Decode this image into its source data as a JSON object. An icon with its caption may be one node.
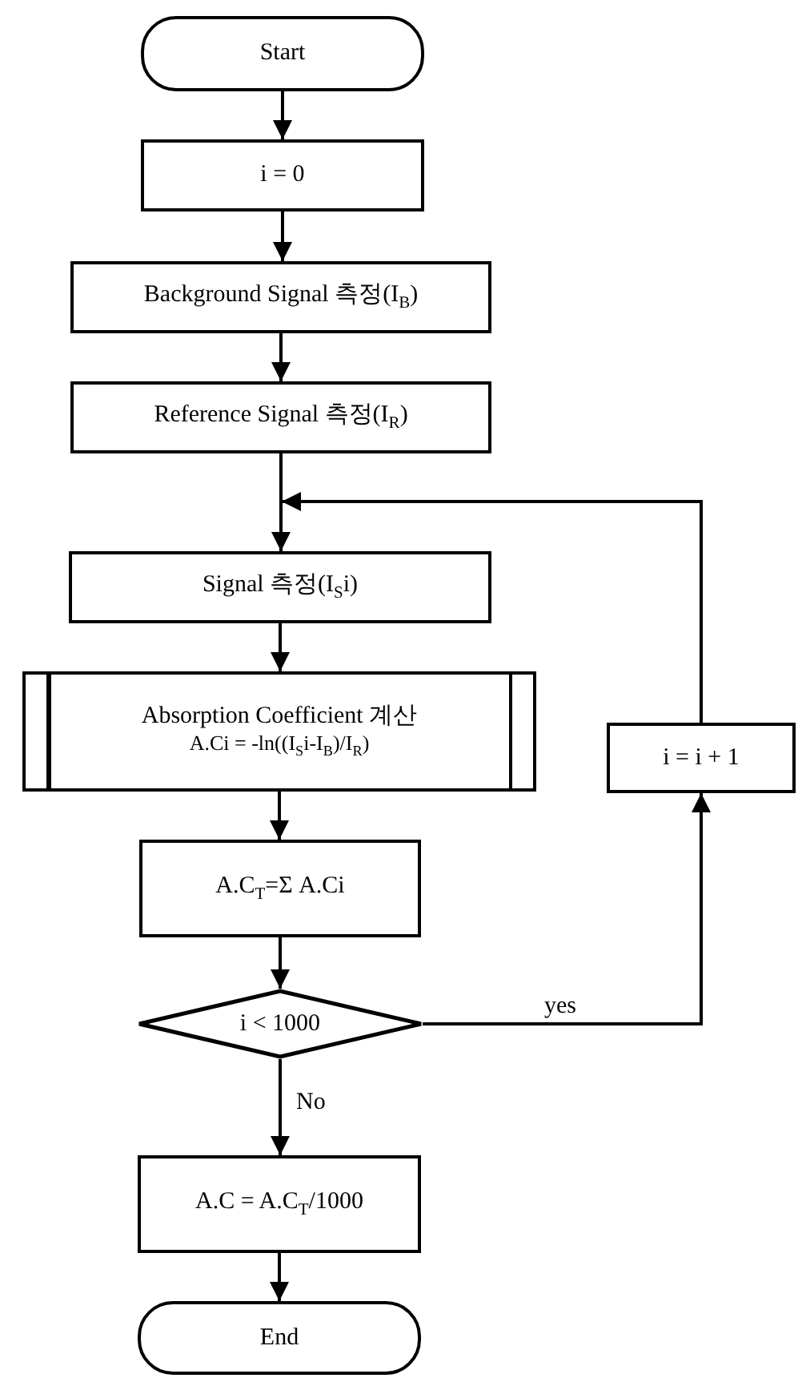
{
  "diagram": {
    "nodes": [
      {
        "text": [
          "Start"
        ]
      },
      {
        "text": [
          "i = 0"
        ]
      },
      {
        "text": [
          "Background Signal 측정(I$_{B}$)"
        ]
      },
      {
        "text": [
          "Reference Signal 측정(I$_{R}$)"
        ]
      },
      {
        "text": [
          "Signal 측정(I$_{S}$i)"
        ]
      },
      {
        "text": [
          "Absorption Coefficient 계산",
          "A.Ci = -ln((I$_{S}$i-I$_{B}$)/I$_{R}$)"
        ]
      },
      {
        "text": [
          "A.C$_{T}$=Σ A.Ci"
        ]
      },
      {
        "text": [
          "i < 1000"
        ]
      },
      {
        "text": [
          "A.C = A.C$_{T}$/1000"
        ]
      },
      {
        "text": [
          "End"
        ]
      },
      {
        "text": [
          "i = i + 1"
        ]
      }
    ],
    "edges": [
      {
        "from": 0,
        "to": 1,
        "arrow": "to"
      },
      {
        "from": 1,
        "to": 2,
        "arrow": "to"
      },
      {
        "from": 2,
        "to": 3,
        "arrow": "to"
      },
      {
        "from": 3,
        "to": 4,
        "arrow": "to"
      },
      {
        "from": 4,
        "to": 5,
        "arrow": "to"
      },
      {
        "from": 5,
        "to": 6,
        "arrow": "to"
      },
      {
        "from": 6,
        "to": 7,
        "arrow": "to"
      },
      {
        "from": 7,
        "to": 8,
        "arrow": "to",
        "label": "No"
      },
      {
        "from": 8,
        "to": 9,
        "arrow": "to"
      },
      {
        "from": 7,
        "to": 10,
        "arrow": "to",
        "label": "yes"
      },
      {
        "from": 10,
        "to": 4,
        "arrow": "to"
      }
    ]
  }
}
